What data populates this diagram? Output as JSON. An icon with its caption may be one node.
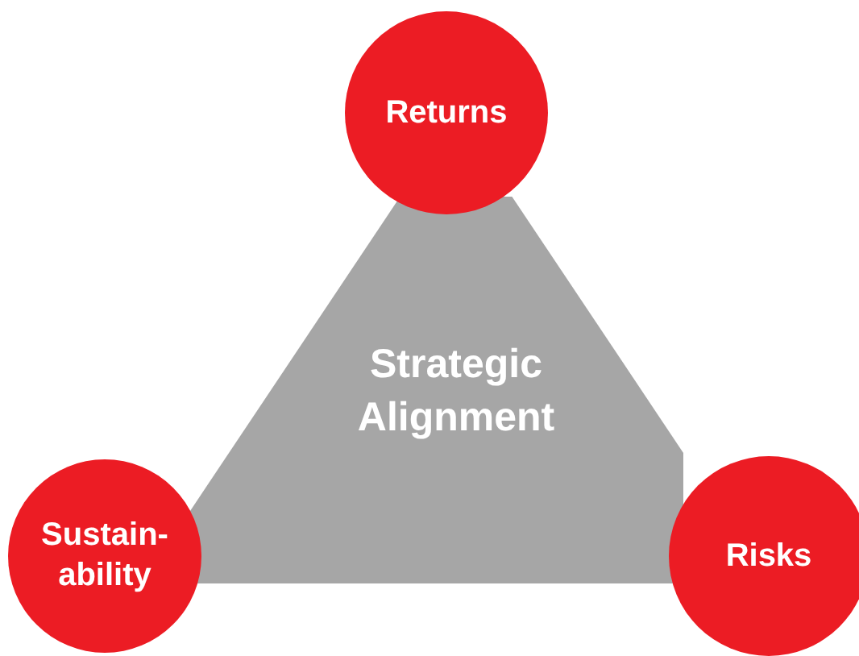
{
  "diagram": {
    "nodes": [
      {
        "text": [
          "Returns"
        ]
      },
      {
        "text": [
          "Strategic Alignment"
        ]
      },
      {
        "text": [
          "Sustain- ability"
        ]
      },
      {
        "text": [
          "Risks"
        ]
      }
    ]
  }
}
